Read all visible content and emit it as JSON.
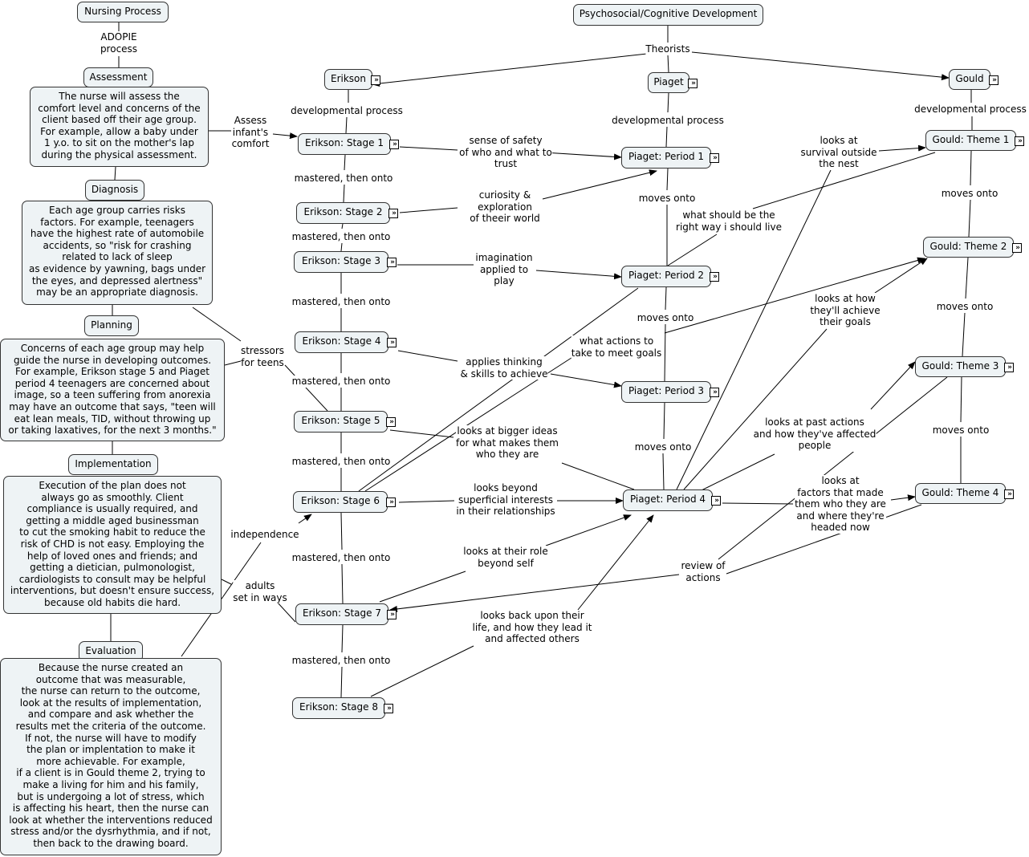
{
  "accent_colors": {
    "node_fill": "#eef3f5",
    "node_border": "#333333",
    "line": "#000000"
  },
  "expand_icon": "double-chevron-right-icon",
  "nodes": {
    "nursing": "Nursing Process",
    "assessment": "Assessment",
    "assessment_text": "The nurse will assess the\ncomfort level and concerns of the\nclient based off their age group.\n For example, allow a baby under\n1 y.o. to sit on the mother's lap\nduring the physical assessment.",
    "diagnosis": "Diagnosis",
    "diagnosis_text": "Each age group carries risks\nfactors.  For example, teenagers\nhave the highest rate of automobile\naccidents, so \"risk for crashing\nrelated to lack of sleep\nas evidence by yawning, bags under\nthe eyes, and depressed alertness\"\nmay be an appropriate diagnosis.",
    "planning": "Planning",
    "planning_text": "Concerns of each age group may help\nguide the nurse in developing outcomes.\n For example, Erikson stage 5 and Piaget\nperiod 4 teenagers are concerned about\nimage, so a teen suffering from anorexia\nmay have an outcome that says, \"teen will\neat lean meals, TID, without throwing up\nor taking laxatives, for the next 3 months.\"",
    "implementation": "Implementation",
    "implementation_text": "Execution of the plan does not\nalways go as smoothly.  Client\ncompliance is usually required, and\ngetting a middle aged businessman\nto cut the smoking habit to reduce the\nrisk of CHD is not easy.  Employing the\nhelp of loved ones and friends; and\ngetting a dietician, pulmonologist,\ncardiologists to consult may be helpful\ninterventions, but doesn't ensure success,\nbecause old habits die hard.",
    "evaluation": "Evaluation",
    "evaluation_text": "Because the nurse created an\noutcome that was measurable,\nthe nurse can return to the outcome,\nlook at the results of implementation,\nand compare and ask whether the\nresults met the criteria of the outcome.\n If not, the nurse will have to modify\nthe plan or implentation to make it\nmore achievable.  For example,\nif a client is in Gould theme 2, trying to\nmake a living for him and his family,\nbut is undergoing a lot of stress, which\nis affecting his heart, then the nurse can\nlook at whether the interventions reduced\nstress and/or the dysrhythmia, and if not,\nthen back to the drawing board.",
    "psycho": "Psychosocial/Cognitive Development",
    "erikson": "Erikson",
    "piaget": "Piaget",
    "gould": "Gould",
    "e1": "Erikson: Stage 1",
    "e2": "Erikson: Stage 2",
    "e3": "Erikson: Stage 3",
    "e4": "Erikson: Stage 4",
    "e5": "Erikson: Stage 5",
    "e6": "Erikson: Stage 6",
    "e7": "Erikson: Stage 7",
    "e8": "Erikson: Stage 8",
    "p1": "Piaget: Period 1",
    "p2": "Piaget: Period 2",
    "p3": "Piaget: Period 3",
    "p4": "Piaget: Period 4",
    "g1": "Gould: Theme 1",
    "g2": "Gould: Theme 2",
    "g3": "Gould: Theme 3",
    "g4": "Gould: Theme 4"
  },
  "links": {
    "adopie": "ADOPIE\nprocess",
    "assess_comfort": "Assess\ninfant's\ncomfort",
    "theorists": "Theorists",
    "dev_e": "developmental process",
    "dev_p": "developmental process",
    "dev_g": "developmental process",
    "m1": "mastered, then onto",
    "m2": "mastered, then onto",
    "m3": "mastered, then onto",
    "m4": "mastered, then onto",
    "m5": "mastered, then onto",
    "m6": "mastered, then onto",
    "m7": "mastered, then onto",
    "pm1": "moves onto",
    "pm2": "moves onto",
    "pm3": "moves onto",
    "gm1": "moves onto",
    "gm2": "moves onto",
    "gm3": "moves onto",
    "safety": "sense of safety\nof who and what to\ntrust",
    "curiosity": "curiosity &\nexploration\nof theeir world",
    "imagination": "imagination\napplied to\nplay",
    "applies": "applies thinking\n& skills to achieve",
    "bigger": "looks at bigger ideas\nfor what makes them\nwho they are",
    "beyond": "looks beyond\nsuperficial interests\nin their relationships",
    "role": "looks at their role\nbeyond self",
    "back": "looks back upon their\nlife, and how they lead it\nand affected others",
    "actions": "what actions to\ntake to meet goals",
    "right_way": "what should be the\nright way i should live",
    "survival": "looks at\nsurvival outside\nthe nest",
    "achieve": "looks at how\nthey'll achieve\ntheir goals",
    "past": "looks at past actions\nand how they've affected\npeople",
    "factors": "looks at\nfactors that made\nthem who they are\nand where they're\nheaded now",
    "review": "review of\nactions",
    "stressors": "stressors\nfor teens",
    "independence": "independence",
    "adults": "adults\nset in ways"
  }
}
